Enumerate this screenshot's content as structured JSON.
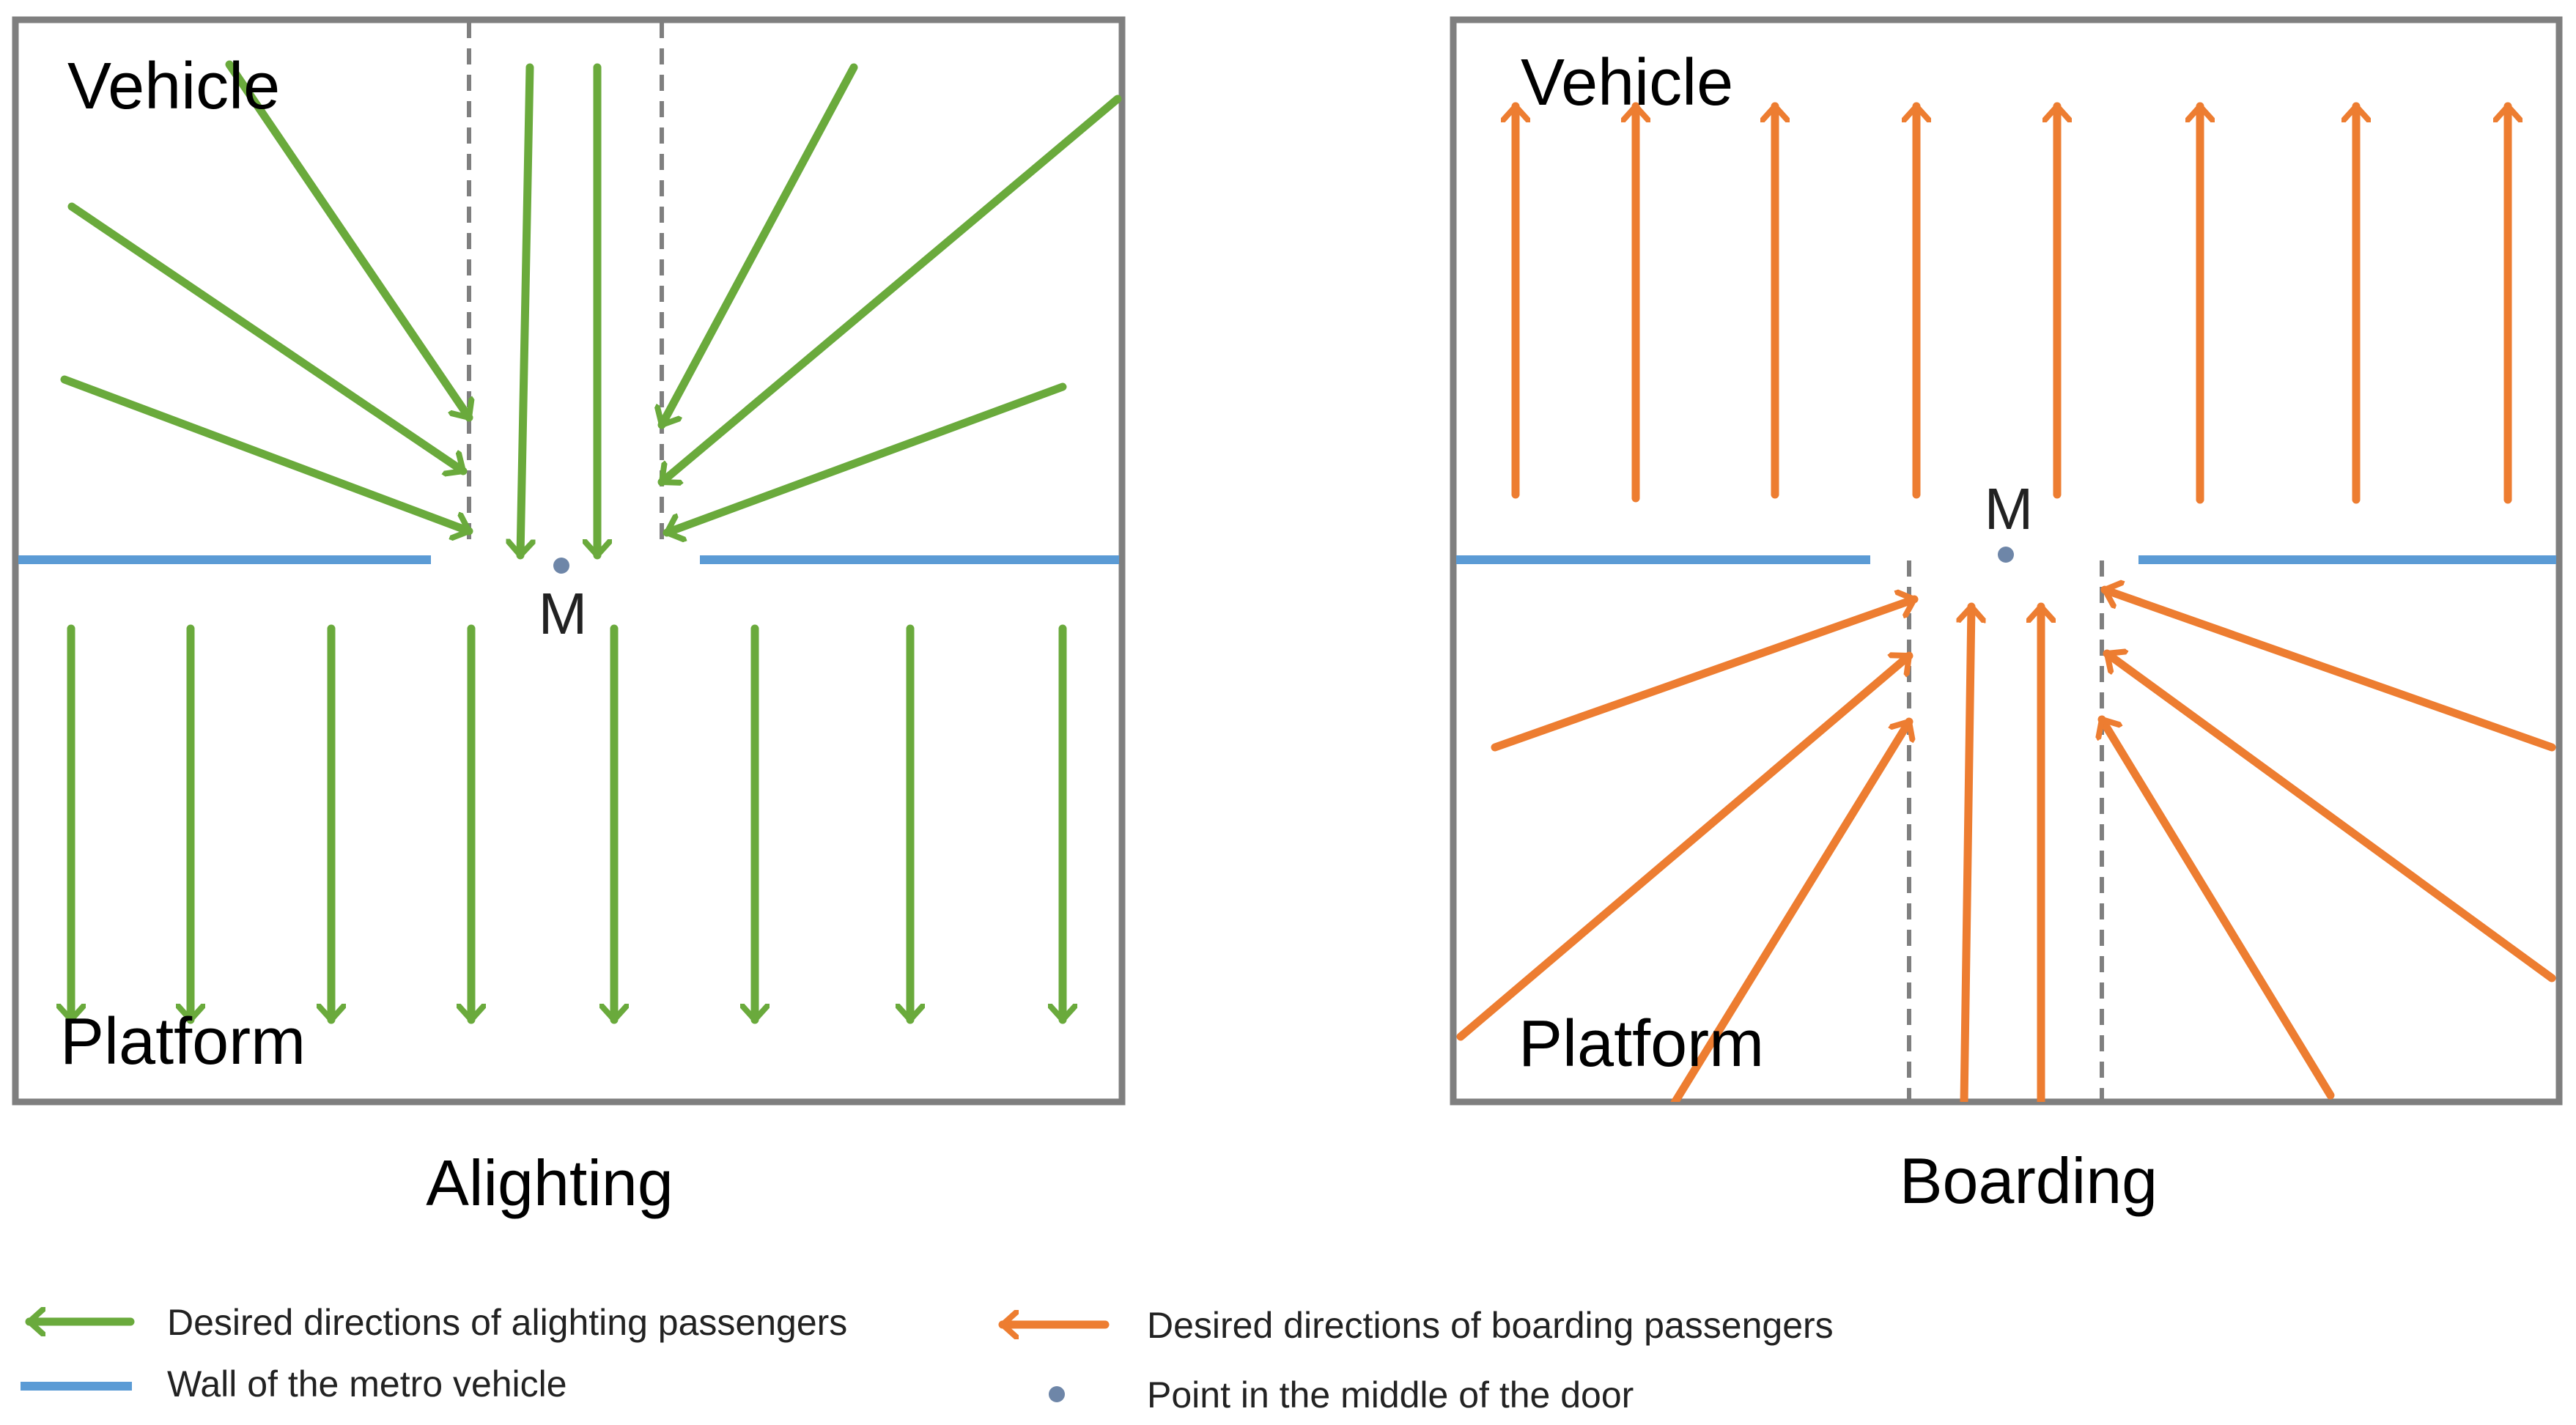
{
  "colors": {
    "alighting": "#6AAA3C",
    "boarding": "#ED7D31",
    "wall": "#5B9BD5",
    "frame": "#7F7F7F",
    "door_line": "#7F7F7F",
    "point": "#6E86A8"
  },
  "panels": {
    "alighting": {
      "vehicle_label": "Vehicle",
      "platform_label": "Platform",
      "point_label": "M",
      "caption": "Alighting"
    },
    "boarding": {
      "vehicle_label": "Vehicle",
      "platform_label": "Platform",
      "point_label": "M",
      "caption": "Boarding"
    }
  },
  "legend": {
    "alighting_arrow": "Desired directions of alighting passengers",
    "boarding_arrow": "Desired directions of boarding passengers",
    "wall": "Wall of the metro vehicle",
    "point": "Point in the middle of the door"
  }
}
